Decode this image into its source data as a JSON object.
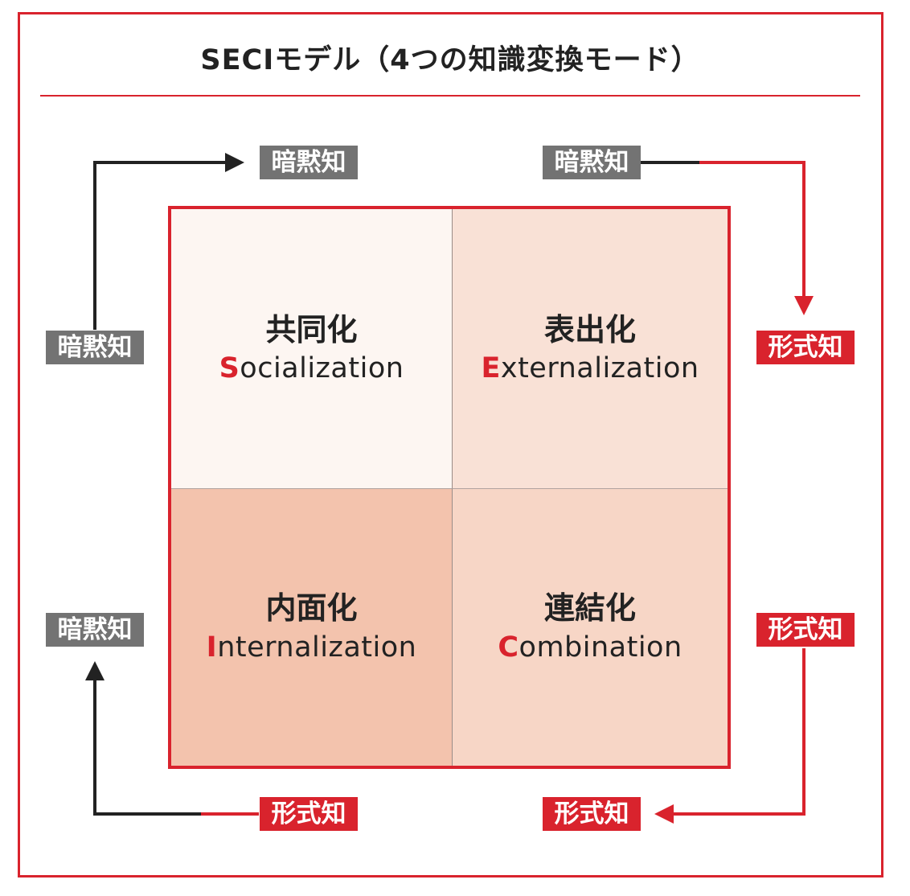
{
  "title": "SECIモデル（4つの知識変換モード）",
  "colors": {
    "accent_red": "#d9232d",
    "gray_tag": "#737373",
    "socialization_fill": "#fdf6f2",
    "externalization_fill": "#f9e1d6",
    "internalization_fill": "#f3c3ad",
    "combination_fill": "#f7d6c6"
  },
  "quadrants": {
    "socialization": {
      "jp": "共同化",
      "initial": "S",
      "rest": "ocialization"
    },
    "externalization": {
      "jp": "表出化",
      "initial": "E",
      "rest": "xternalization"
    },
    "internalization": {
      "jp": "内面化",
      "initial": "I",
      "rest": "nternalization"
    },
    "combination": {
      "jp": "連結化",
      "initial": "C",
      "rest": "ombination"
    }
  },
  "labels": {
    "tacit": "暗黙知",
    "explicit": "形式知"
  },
  "tags": {
    "top_left": "暗黙知",
    "top_right": "暗黙知",
    "left_upper": "暗黙知",
    "left_lower": "暗黙知",
    "right_upper": "形式知",
    "right_lower": "形式知",
    "bottom_left": "形式知",
    "bottom_right": "形式知"
  }
}
